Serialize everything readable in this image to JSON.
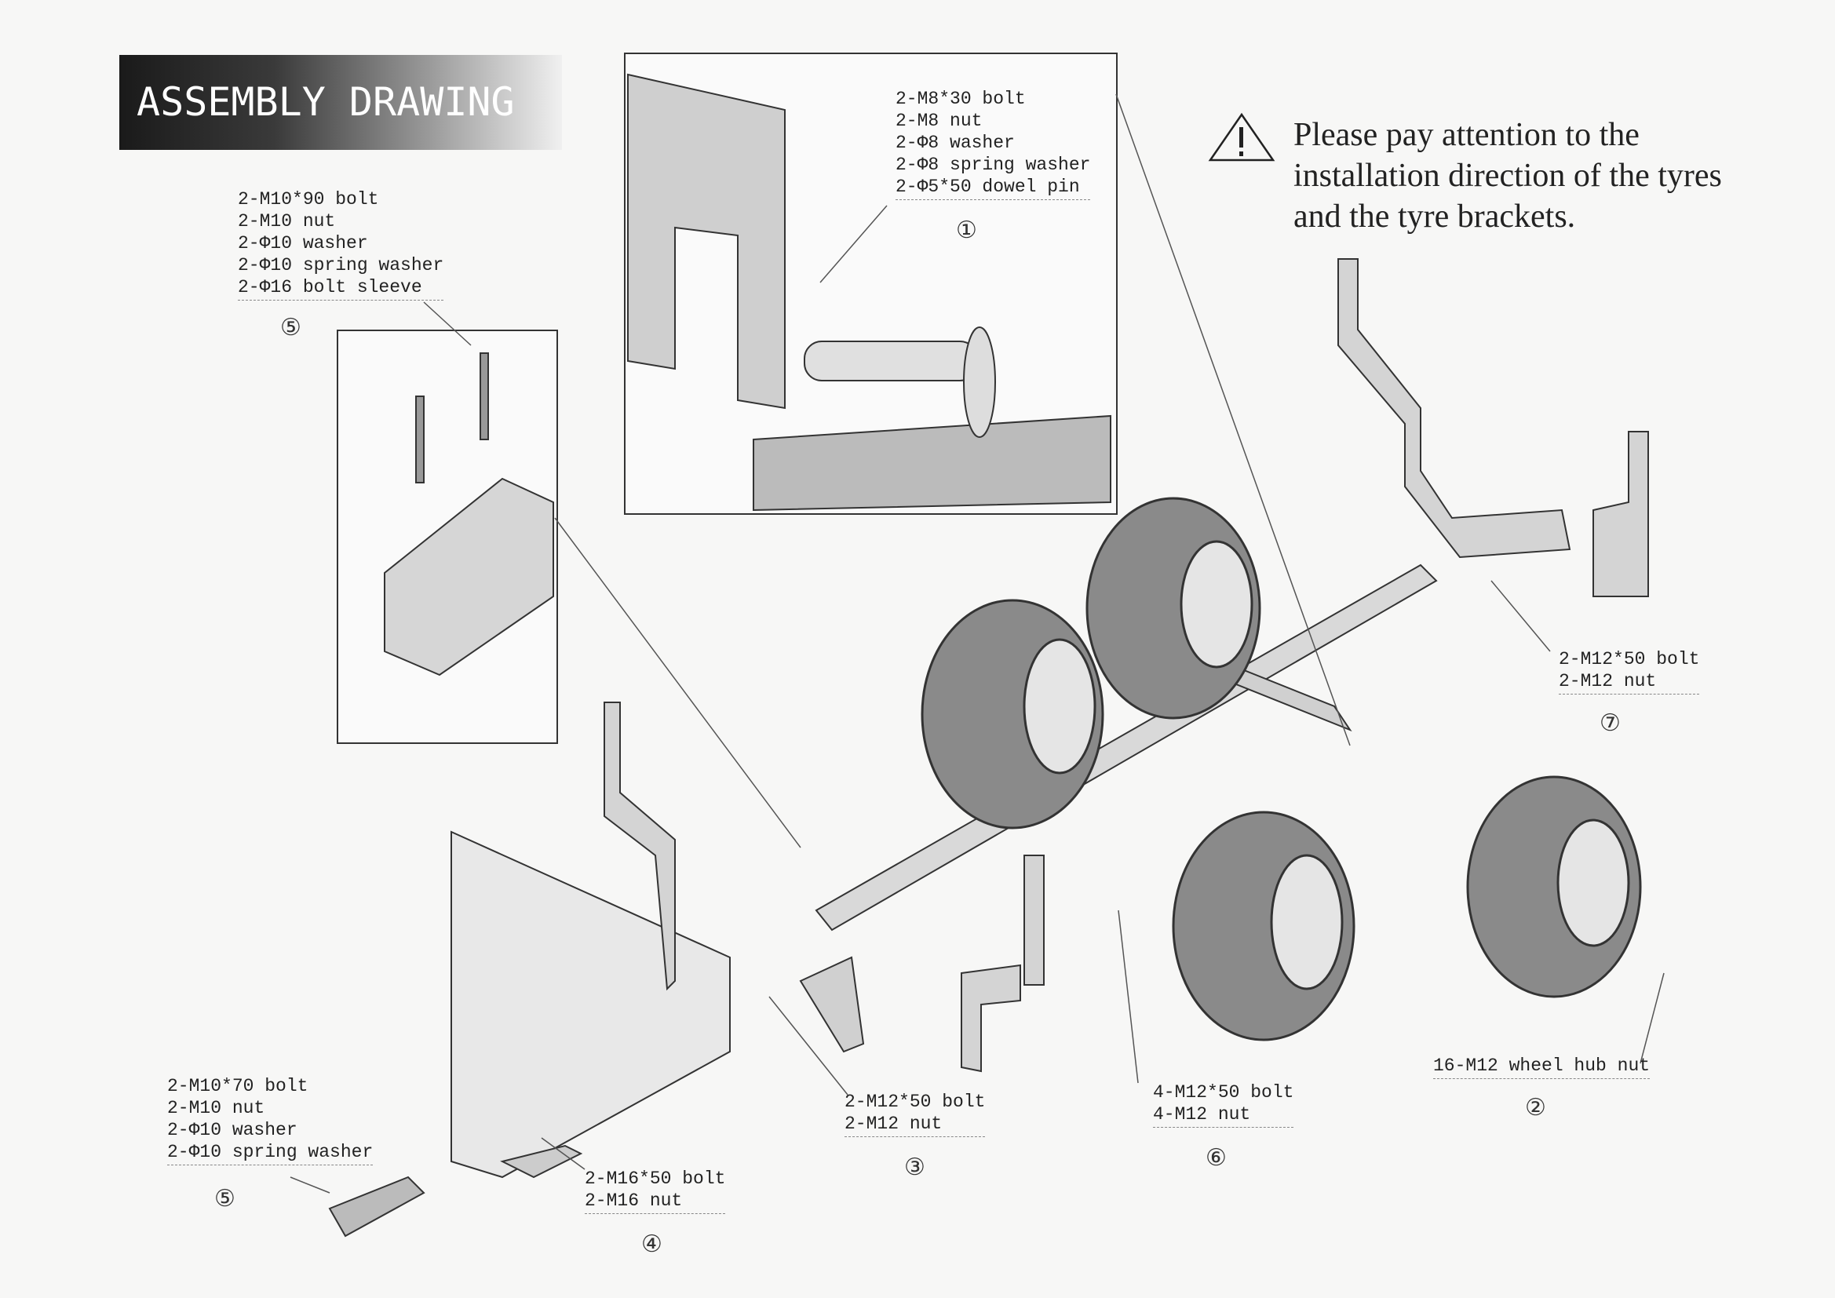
{
  "title": "ASSEMBLY DRAWING",
  "warning": {
    "icon": "warning-triangle-icon",
    "lines": [
      "Please pay attention to the",
      "installation direction of the tyres",
      "and the tyre brackets."
    ]
  },
  "callouts": {
    "c1": {
      "number": "①",
      "items": [
        "2-M8*30 bolt",
        "2-M8 nut",
        "2-Φ8 washer",
        "2-Φ8 spring washer",
        "2-Φ5*50 dowel pin"
      ]
    },
    "c5top": {
      "number": "⑤",
      "items": [
        "2-M10*90 bolt",
        "2-M10 nut",
        "2-Φ10 washer",
        "2-Φ10 spring washer",
        "2-Φ16 bolt sleeve"
      ]
    },
    "c7": {
      "number": "⑦",
      "items": [
        "2-M12*50 bolt",
        "2-M12 nut"
      ]
    },
    "c2": {
      "number": "②",
      "items": [
        "16-M12 wheel hub nut"
      ]
    },
    "c6": {
      "number": "⑥",
      "items": [
        "4-M12*50 bolt",
        "4-M12 nut"
      ]
    },
    "c3": {
      "number": "③",
      "items": [
        "2-M12*50 bolt",
        "2-M12 nut"
      ]
    },
    "c4": {
      "number": "④",
      "items": [
        "2-M16*50 bolt",
        "2-M16 nut"
      ]
    },
    "c5bottom": {
      "number": "⑤",
      "items": [
        "2-M10*70 bolt",
        "2-M10 nut",
        "2-Φ10 washer",
        "2-Φ10 spring washer"
      ]
    }
  }
}
